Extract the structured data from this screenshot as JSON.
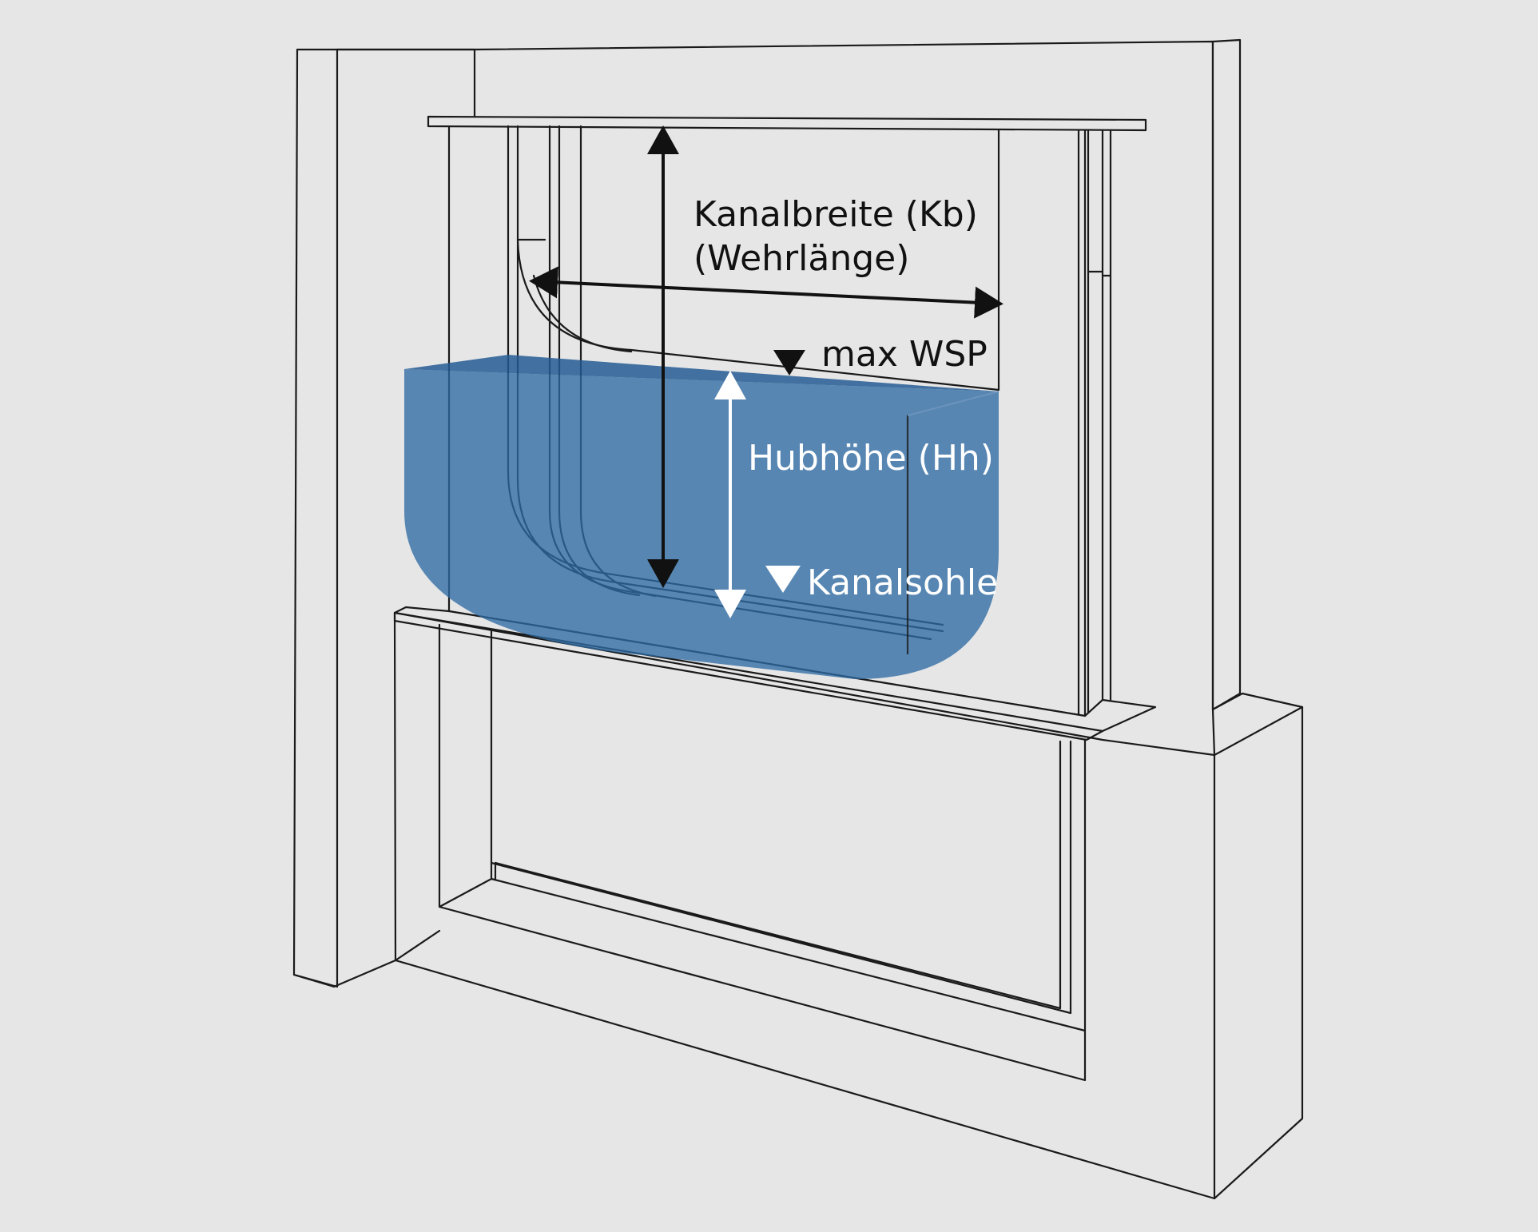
{
  "labels": {
    "kanalbreite": "Kanalbreite (Kb)",
    "wehrlaenge": "(Wehrlänge)",
    "max_wsp": "max WSP",
    "hubhoehe": "Hubhöhe (Hh)",
    "kanalsohle": "Kanalsohle"
  },
  "colors": {
    "background": "#e6e6e6",
    "line": "#1a1a1a",
    "water": "#2e6aa3",
    "annotation_dark": "#111111",
    "annotation_light": "#ffffff"
  }
}
